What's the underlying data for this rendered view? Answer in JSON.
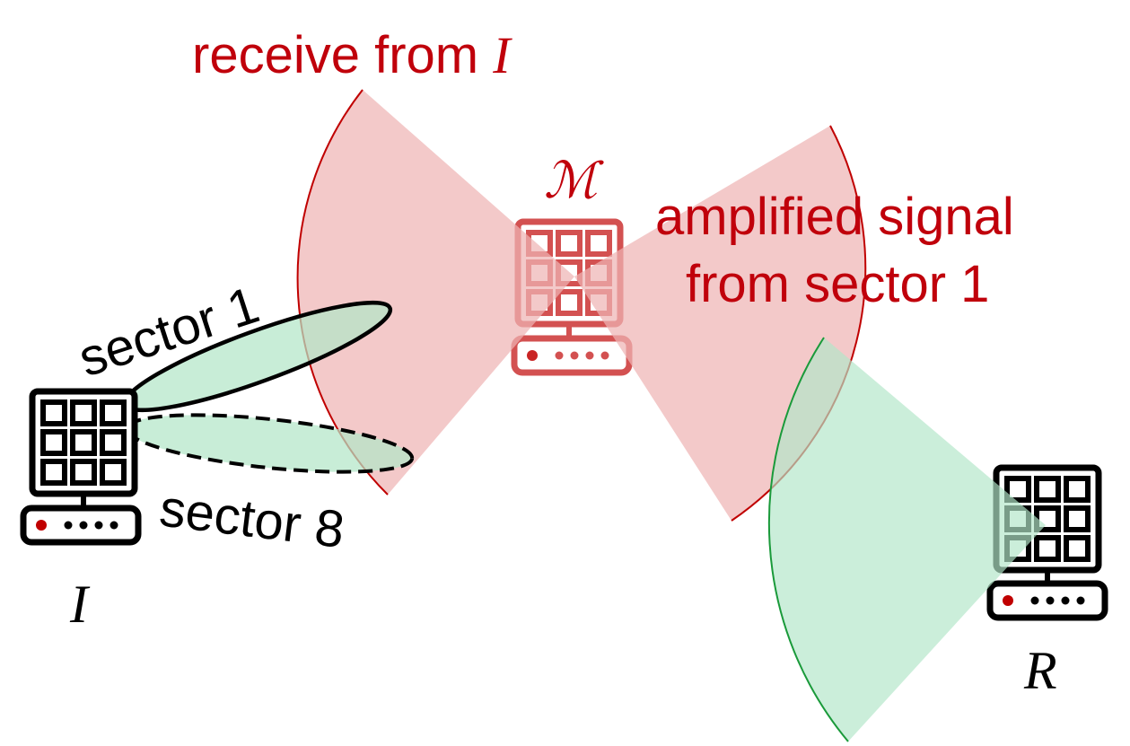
{
  "labels": {
    "receive_prefix": "receive from ",
    "receive_var": "I",
    "mirror_symbol": "ℳ",
    "amplified_line1": "amplified signal",
    "amplified_line2": "from sector 1",
    "sector1": "sector 1",
    "sector8": "sector 8",
    "initiator": "I",
    "responder": "R"
  },
  "colors": {
    "red_text": "#c0000b",
    "red_beam": "#eeb8b8",
    "red_edge": "#c00000",
    "green_beam": "#bfe9d3",
    "green_edge": "#1a9a3a",
    "device_red": "#cc3333",
    "device_black": "#000000"
  },
  "icons": [
    "antenna-array-icon",
    "router-base-icon"
  ]
}
